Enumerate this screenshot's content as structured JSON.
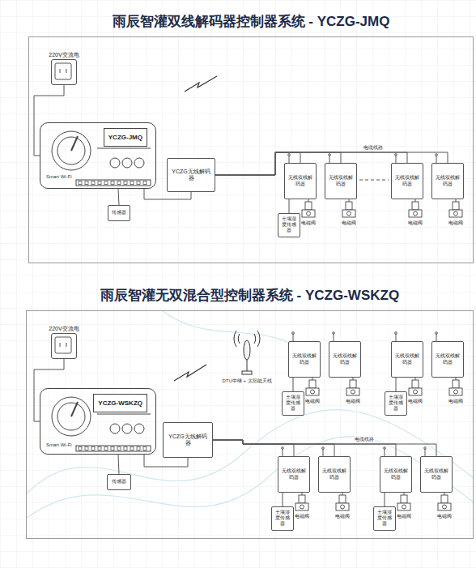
{
  "diagram": {
    "nodes": [
      {
        "text": [
          "雨辰智灌双线解码器控制器系统 - YCZG-JMQ"
        ]
      },
      {
        "text": [
          "220V交流电"
        ],
        "in": 0
      },
      {
        "text": [
          "YCZG-JMQ"
        ],
        "in": 0
      },
      {
        "text": [
          "传感器"
        ],
        "in": 0
      },
      {
        "text": [
          "YCZG无线解码器"
        ],
        "in": 0
      },
      {
        "text": [
          "无线双线解码器"
        ],
        "in": 0
      },
      {
        "text": [
          "无线双线解码器"
        ],
        "in": 0
      },
      {
        "text": [
          "无线双线解码器"
        ],
        "in": 0
      },
      {
        "text": [
          "无线双线解码器"
        ],
        "in": 0
      },
      {
        "text": [
          "土壤湿度传感器"
        ],
        "in": 0
      },
      {
        "text": [
          "雨辰智灌无双混合型控制器系统 - YCZG-WSKZQ"
        ]
      },
      {
        "text": [
          "220V交流电"
        ],
        "in": 10
      },
      {
        "text": [
          "YCZG-WSKZQ"
        ],
        "in": 10
      },
      {
        "text": [
          "传感器"
        ],
        "in": 10
      },
      {
        "text": [
          "YCZG无线解码器"
        ],
        "in": 10
      },
      {
        "text": [
          "无线双线解码器"
        ],
        "in": 10
      },
      {
        "text": [
          "无线双线解码器"
        ],
        "in": 10
      },
      {
        "text": [
          "无线双线解码器"
        ],
        "in": 10
      },
      {
        "text": [
          "无线双线解码器"
        ],
        "in": 10
      },
      {
        "text": [
          "土壤湿度传感器"
        ],
        "in": 10
      },
      {
        "text": [
          "土壤湿度传感器"
        ],
        "in": 10
      },
      {
        "text": [
          "无线双线解码器"
        ],
        "in": 10
      },
      {
        "text": [
          "无线双线解码器"
        ],
        "in": 10
      },
      {
        "text": [
          "无线双线解码器"
        ],
        "in": 10
      },
      {
        "text": [
          "无线双线解码器"
        ],
        "in": 10
      },
      {
        "text": [
          "土壤湿度传感器"
        ],
        "in": 10
      },
      {
        "text": [
          "土壤湿度传感器"
        ],
        "in": 10
      }
    ],
    "edges": [
      {
        "from": 1,
        "to": 2,
        "arrow": "none"
      },
      {
        "from": 2,
        "to": 3,
        "arrow": "none"
      },
      {
        "from": 2,
        "to": 4,
        "arrow": "none"
      },
      {
        "from": 4,
        "to": 5,
        "arrow": "none"
      },
      {
        "from": 4,
        "to": 6,
        "arrow": "none"
      },
      {
        "from": 4,
        "to": 7,
        "arrow": "none"
      },
      {
        "from": 4,
        "to": 8,
        "arrow": "none"
      },
      {
        "from": 9,
        "to": 5,
        "arrow": "none"
      },
      {
        "from": 11,
        "to": 12,
        "arrow": "none"
      },
      {
        "from": 12,
        "to": 13,
        "arrow": "none"
      },
      {
        "from": 12,
        "to": 14,
        "arrow": "none"
      },
      {
        "from": 14,
        "to": 21,
        "arrow": "none"
      },
      {
        "from": 14,
        "to": 22,
        "arrow": "none"
      },
      {
        "from": 14,
        "to": 23,
        "arrow": "none"
      },
      {
        "from": 14,
        "to": 24,
        "arrow": "none"
      },
      {
        "from": 19,
        "to": 15,
        "arrow": "none"
      },
      {
        "from": 20,
        "to": 17,
        "arrow": "none"
      },
      {
        "from": 25,
        "to": 21,
        "arrow": "none"
      },
      {
        "from": 26,
        "to": 23,
        "arrow": "none"
      }
    ],
    "labels": [
      "Smart Wi-Fi",
      "电缆线路",
      "电磁阀",
      "电磁阀",
      "电磁阀",
      "电磁阀",
      "Smart Wi-Fi",
      "DTU中继 + 太阳能天线",
      "电缆线路",
      "电磁阀",
      "电磁阀",
      "电磁阀",
      "电磁阀",
      "电磁阀",
      "电磁阀",
      "电磁阀",
      "电磁阀"
    ]
  }
}
